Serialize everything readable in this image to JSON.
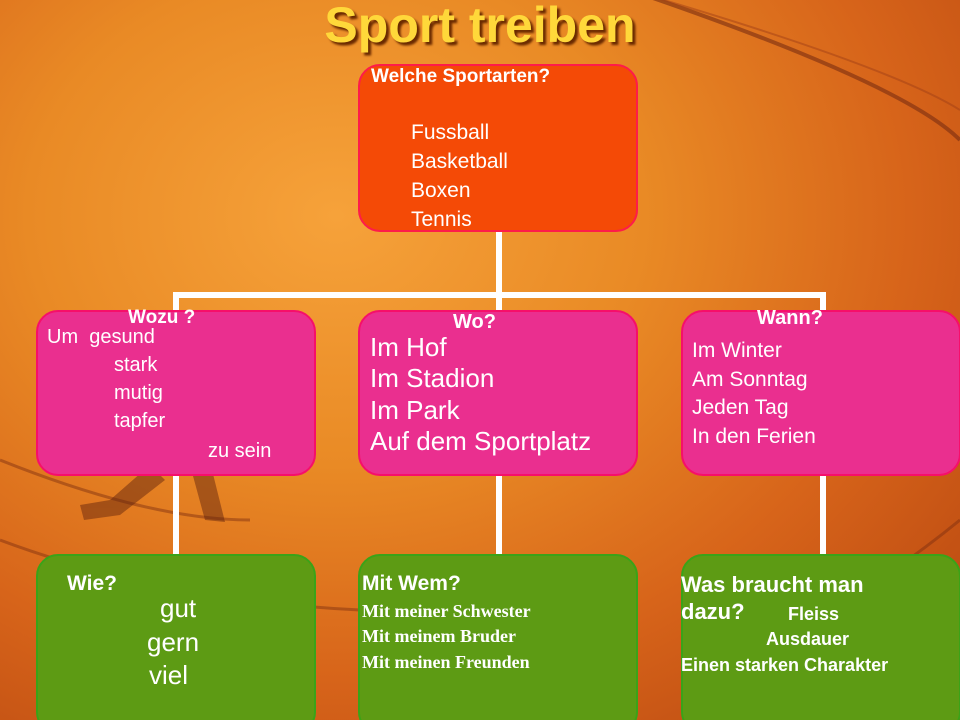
{
  "title": "Sport treiben",
  "top": {
    "question": "Welche Sportarten?",
    "items": [
      "Fussball",
      "Basketball",
      "Boxen",
      "Tennis"
    ]
  },
  "wozu": {
    "question": "Wozu ?",
    "lines": [
      "Um  gesund",
      "stark",
      "mutig",
      "tapfer",
      "zu sein"
    ]
  },
  "wo": {
    "question": "Wo?",
    "items": [
      "Im Hof",
      "Im Stadion",
      "Im Park",
      "Auf dem Sportplatz"
    ]
  },
  "wann": {
    "question": "Wann?",
    "items": [
      "Im Winter",
      "Am Sonntag",
      "Jeden Tag",
      "In den Ferien"
    ]
  },
  "wie": {
    "question": "Wie?",
    "items": [
      "gut",
      "gern",
      "viel"
    ]
  },
  "mitwem": {
    "question": "Mit Wem?",
    "items": [
      "Mit meiner Schwester",
      "Mit meinem Bruder",
      "Mit meinen Freunden"
    ]
  },
  "braucht": {
    "question_line1": "Was braucht man",
    "question_line2": "dazu?",
    "items": [
      "Fleiss",
      "Ausdauer",
      "Einen starken Charakter"
    ]
  },
  "colors": {
    "title": "#ffd83a",
    "top_box": "#f44a06",
    "middle_boxes": "#ea2f8f",
    "bottom_boxes": "#5d9b14",
    "connector": "#ffffff"
  }
}
